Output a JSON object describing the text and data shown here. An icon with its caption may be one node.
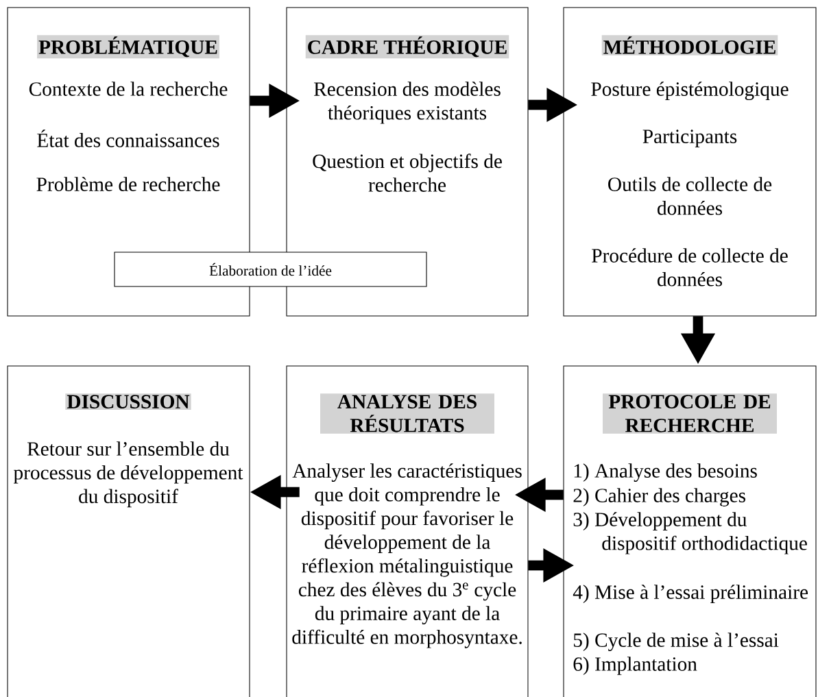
{
  "diagram": {
    "nodes": [
      {
        "text": [
          "PROBLÉMATIQUE",
          "Contexte de la recherche",
          "État des connaissances",
          "Problème de recherche"
        ]
      },
      {
        "text": [
          "CADRE THÉORIQUE",
          "Recension des modèles théoriques existants",
          "Question et objectifs de recherche"
        ]
      },
      {
        "text": [
          "MÉTHODOLOGIE",
          "Posture épistémologique",
          "Participants",
          "Outils de collecte de données",
          "Procédure de collecte de données"
        ]
      },
      {
        "text": [
          "Élaboration de l’idée"
        ]
      },
      {
        "text": [
          "DISCUSSION",
          "Retour sur l’ensemble du processus de développement du dispositif"
        ]
      },
      {
        "text": [
          "ANALYSE DES RÉSULTATS",
          "Analyser les caractéristiques que doit comprendre le dispositif pour favoriser le développement de la réflexion métalinguistique chez des élèves du 3$^{e}$ cycle du primaire ayant de la difficulté en morphosyntaxe."
        ]
      },
      {
        "text": [
          "PROTOCOLE DE RECHERCHE",
          "1) Analyse des besoins",
          "2) Cahier des charges",
          "3) Développement du dispositif orthodidactique",
          "4) Mise à l’essai préliminaire",
          "5) Cycle de mise à l’essai",
          "6) Implantation"
        ]
      }
    ],
    "edges": [
      {
        "from": 0,
        "to": 1,
        "arrow": "to"
      },
      {
        "from": 1,
        "to": 2,
        "arrow": "to"
      },
      {
        "from": 2,
        "to": 6,
        "arrow": "to"
      },
      {
        "from": 6,
        "to": 5,
        "arrow": "to"
      },
      {
        "from": 5,
        "to": 6,
        "arrow": "to"
      },
      {
        "from": 5,
        "to": 4,
        "arrow": "to"
      }
    ]
  }
}
